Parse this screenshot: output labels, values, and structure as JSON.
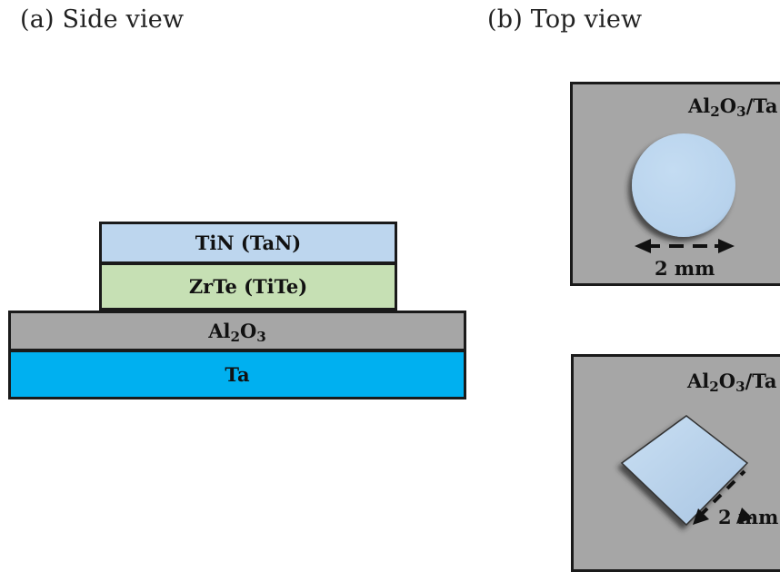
{
  "side_view": {
    "title": "(a) Side view",
    "layers": {
      "top": "TiN (TaN)",
      "switching": "ZrTe (TiTe)",
      "insulator_base": "Al",
      "insulator_sub1": "2",
      "insulator_mid": "O",
      "insulator_sub2": "3",
      "bottom": "Ta"
    }
  },
  "top_view": {
    "title": "(b) Top view",
    "label_base": "Al",
    "label_sub1": "2",
    "label_mid": "O",
    "label_sub2": "3",
    "label_rest": "/Ta",
    "circle_dimension": "2 mm",
    "square_dimension": "2 mm"
  },
  "colors": {
    "top_electrode": "#bdd6ee",
    "switching_layer": "#c6e0b4",
    "insulator": "#a6a6a6",
    "bottom_electrode": "#00b0f0",
    "device_pad": "#bdd7ee"
  }
}
